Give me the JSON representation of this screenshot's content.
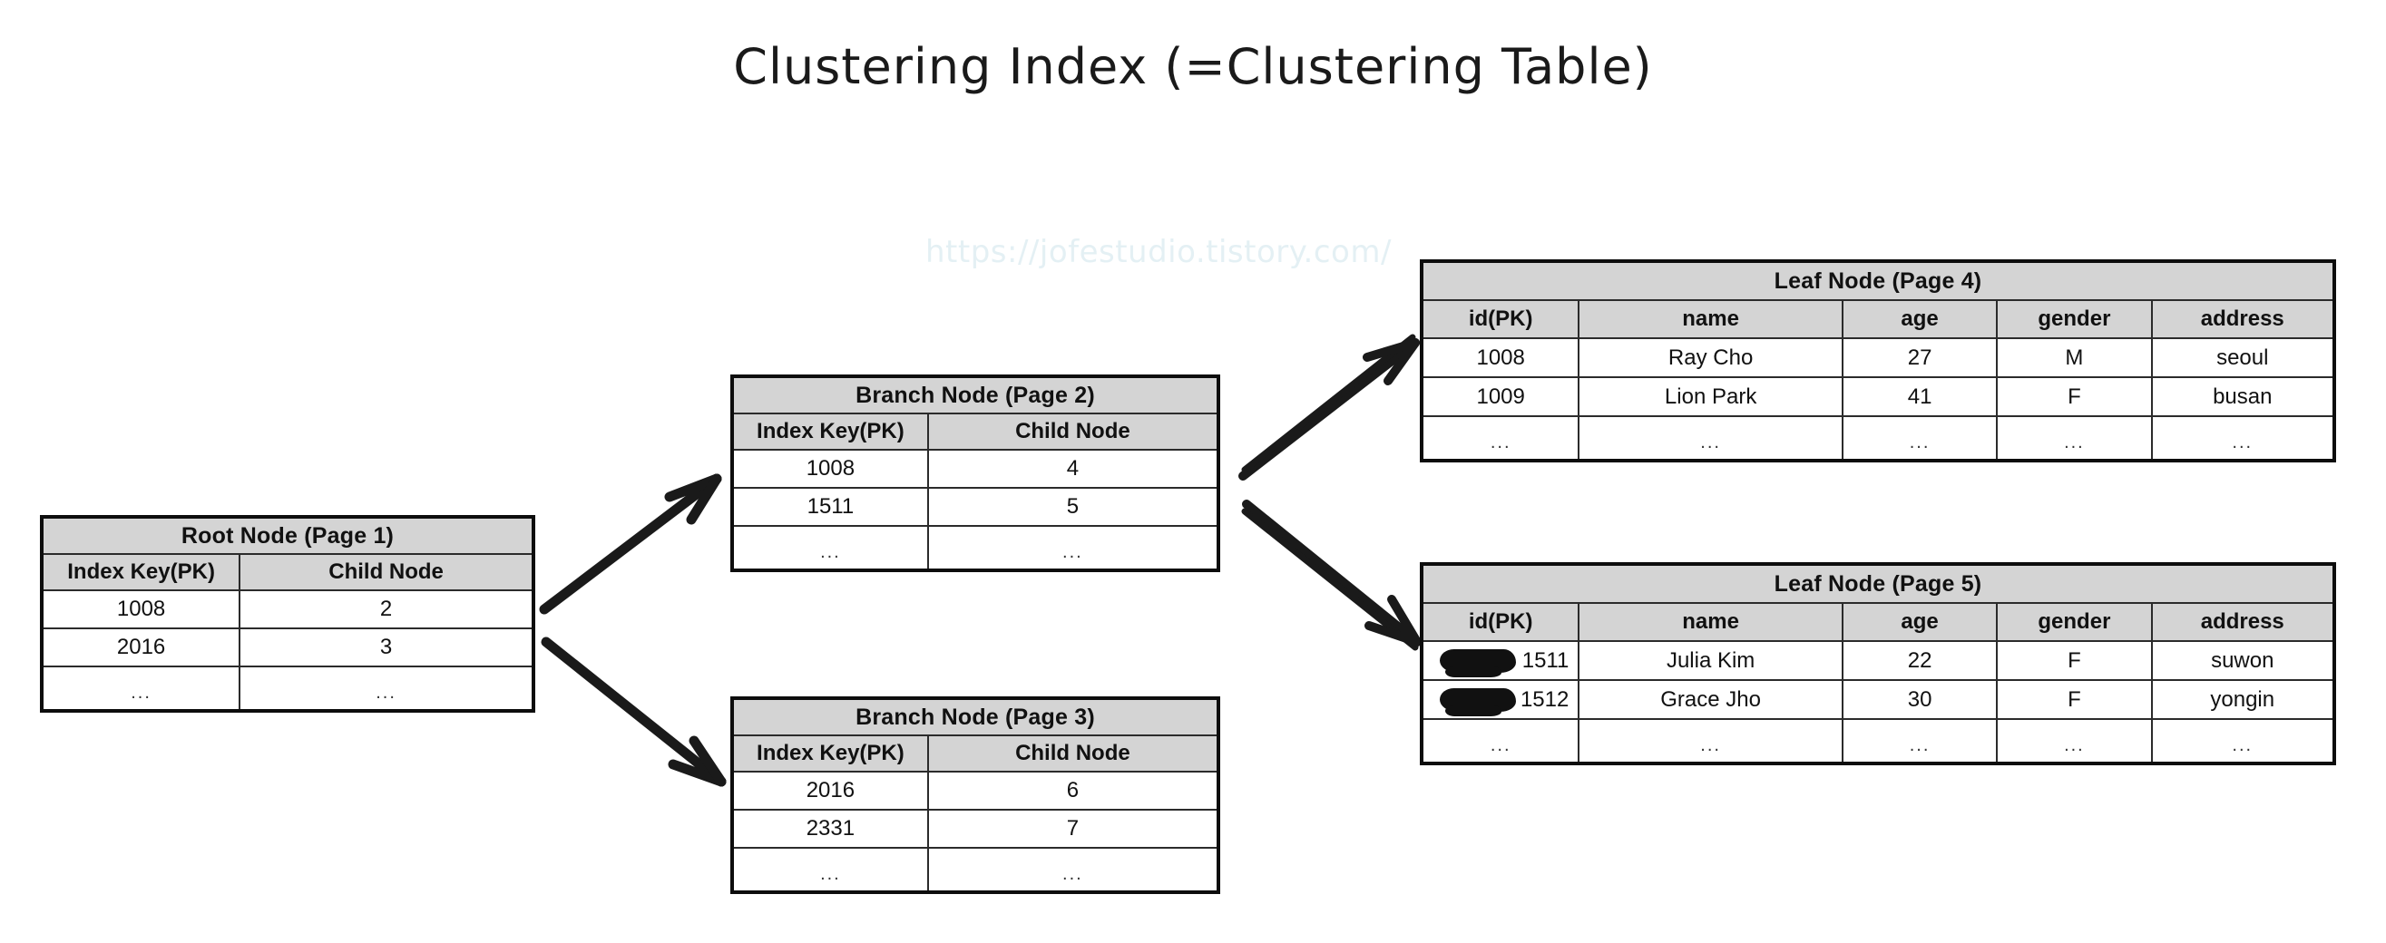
{
  "title": "Clustering Index (=Clustering Table)",
  "watermark": "https://jofestudio.tistory.com/",
  "colors": {
    "header_gray": "#d4d4d4",
    "border_dark": "#0d0d0d",
    "grid_line": "#2b2b2b",
    "text": "#111111",
    "watermark": "#e4f0f4",
    "redaction": "#111111"
  },
  "index_columns": [
    "Index Key(PK)",
    "Child Node"
  ],
  "leaf_columns": [
    "id(PK)",
    "name",
    "age",
    "gender",
    "address"
  ],
  "ellipsis": "...",
  "nodes": {
    "root": {
      "title": "Root Node (Page 1)",
      "columns": [
        "Index Key(PK)",
        "Child Node"
      ],
      "rows": [
        {
          "key": "1008",
          "child": "2"
        },
        {
          "key": "2016",
          "child": "3"
        },
        {
          "key": "...",
          "child": "..."
        }
      ]
    },
    "branch2": {
      "title": "Branch Node (Page 2)",
      "columns": [
        "Index Key(PK)",
        "Child Node"
      ],
      "rows": [
        {
          "key": "1008",
          "child": "4"
        },
        {
          "key": "1511",
          "child": "5"
        },
        {
          "key": "...",
          "child": "..."
        }
      ]
    },
    "branch3": {
      "title": "Branch Node (Page 3)",
      "columns": [
        "Index Key(PK)",
        "Child Node"
      ],
      "rows": [
        {
          "key": "2016",
          "child": "6"
        },
        {
          "key": "2331",
          "child": "7"
        },
        {
          "key": "...",
          "child": "..."
        }
      ]
    },
    "leaf4": {
      "title": "Leaf Node (Page 4)",
      "columns": [
        "id(PK)",
        "name",
        "age",
        "gender",
        "address"
      ],
      "rows": [
        {
          "id": "1008",
          "name": "Ray Cho",
          "age": "27",
          "gender": "M",
          "address": "seoul",
          "redacted": false
        },
        {
          "id": "1009",
          "name": "Lion Park",
          "age": "41",
          "gender": "F",
          "address": "busan",
          "redacted": false
        },
        {
          "id": "...",
          "name": "...",
          "age": "...",
          "gender": "...",
          "address": "...",
          "redacted": false
        }
      ]
    },
    "leaf5": {
      "title": "Leaf Node (Page 5)",
      "columns": [
        "id(PK)",
        "name",
        "age",
        "gender",
        "address"
      ],
      "rows": [
        {
          "id": "1511",
          "name": "Julia Kim",
          "age": "22",
          "gender": "F",
          "address": "suwon",
          "redacted": true
        },
        {
          "id": "1512",
          "name": "Grace Jho",
          "age": "30",
          "gender": "F",
          "address": "yongin",
          "redacted": true
        },
        {
          "id": "...",
          "name": "...",
          "age": "...",
          "gender": "...",
          "address": "...",
          "redacted": false
        }
      ]
    }
  },
  "arrows": [
    {
      "name": "arrow-root-to-branch2",
      "from": "Root Node (Page 1)",
      "to": "Branch Node (Page 2)"
    },
    {
      "name": "arrow-root-to-branch3",
      "from": "Root Node (Page 1)",
      "to": "Branch Node (Page 3)"
    },
    {
      "name": "arrow-branch2-to-leaf4",
      "from": "Branch Node (Page 2)",
      "to": "Leaf Node (Page 4)"
    },
    {
      "name": "arrow-branch2-to-leaf5",
      "from": "Branch Node (Page 2)",
      "to": "Leaf Node (Page 5)"
    }
  ]
}
